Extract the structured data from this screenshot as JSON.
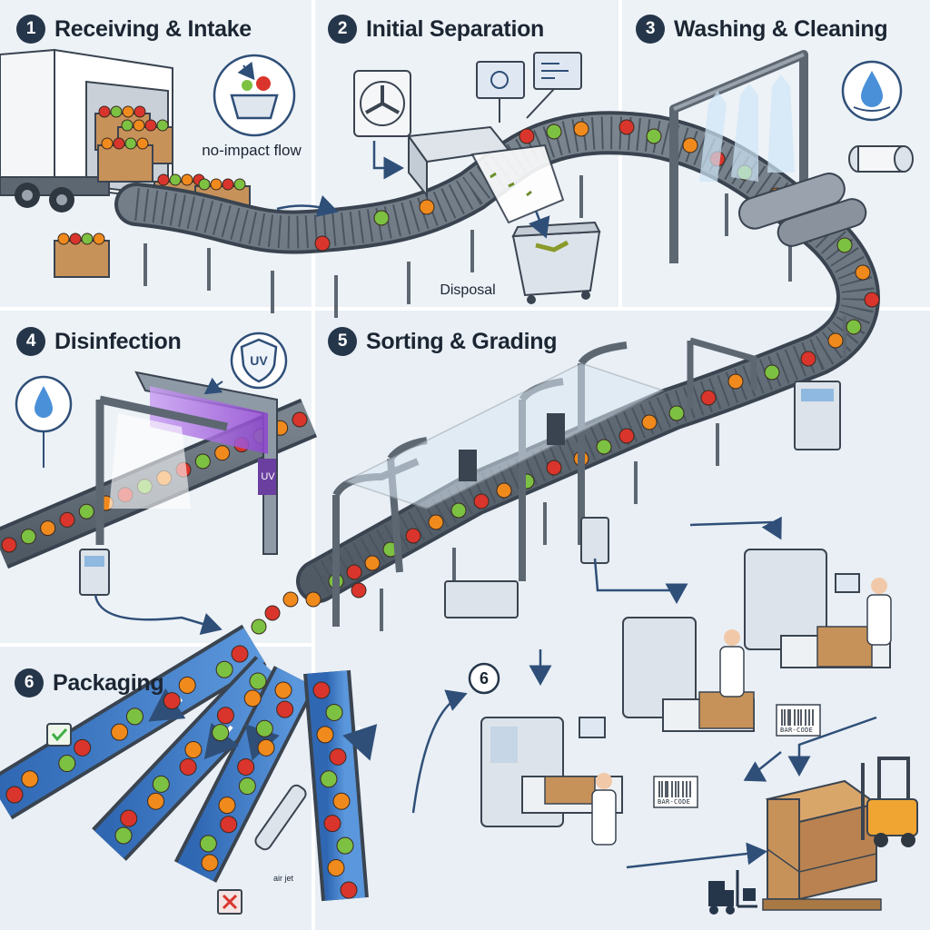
{
  "steps": [
    {
      "number": "1",
      "title": "Receiving & Intake"
    },
    {
      "number": "2",
      "title": "Initial Separation"
    },
    {
      "number": "3",
      "title": "Washing & Cleaning"
    },
    {
      "number": "4",
      "title": "Disinfection"
    },
    {
      "number": "5",
      "title": "Sorting & Grading"
    },
    {
      "number": "6",
      "title": "Packaging"
    }
  ],
  "packaging_marker": "6",
  "labels": {
    "no_impact_flow": "no-impact flow",
    "disposal": "Disposal",
    "uv_shield": "UV",
    "uv_lamp": "UV",
    "air_jet": "air jet",
    "barcode_1": "BAR-CODE",
    "barcode_2": "BAR-CODE"
  },
  "colors": {
    "background": "#e6edf4",
    "panel": "#edf2f7",
    "badge": "#26364a",
    "conveyor": "#6b7682",
    "belt_blue": "#3d78c4",
    "arrow": "#2f4f78",
    "apple_red": "#d9352c",
    "apple_green": "#7cc142",
    "orange": "#f08a1c",
    "uv_purple": "#9b59d6"
  },
  "icons": [
    "fruit-basket-icon",
    "fan-icon",
    "monitor-icon",
    "water-drop-icon",
    "roller-brush-icon",
    "uv-shield-icon",
    "checkmark-icon",
    "reject-x-icon",
    "forklift-icon"
  ]
}
